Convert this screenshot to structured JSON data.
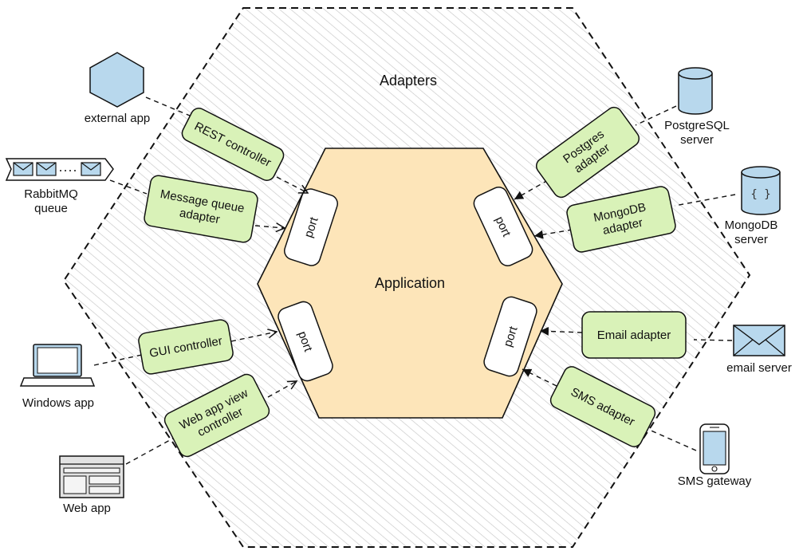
{
  "outer": {
    "label": "Adapters"
  },
  "core": {
    "label": "Application"
  },
  "ports": [
    {
      "id": "port-top-left",
      "label": "port"
    },
    {
      "id": "port-top-right",
      "label": "port"
    },
    {
      "id": "port-bottom-left",
      "label": "port"
    },
    {
      "id": "port-bottom-right",
      "label": "port"
    }
  ],
  "adapters": [
    {
      "id": "rest-controller",
      "lines": [
        "REST controller"
      ]
    },
    {
      "id": "message-queue-adapter",
      "lines": [
        "Message queue",
        "adapter"
      ]
    },
    {
      "id": "gui-controller",
      "lines": [
        "GUI controller"
      ]
    },
    {
      "id": "web-app-view-controller",
      "lines": [
        "Web app view",
        "controller"
      ]
    },
    {
      "id": "postgres-adapter",
      "lines": [
        "Postgres",
        "adapter"
      ]
    },
    {
      "id": "mongodb-adapter",
      "lines": [
        "MongoDB",
        "adapter"
      ]
    },
    {
      "id": "email-adapter",
      "lines": [
        "Email adapter"
      ]
    },
    {
      "id": "sms-adapter",
      "lines": [
        "SMS adapter"
      ]
    }
  ],
  "externals": [
    {
      "id": "external-app",
      "icon": "hexagon-icon",
      "lines": [
        "external app"
      ]
    },
    {
      "id": "rabbitmq-queue",
      "icon": "queue-icon",
      "lines": [
        "RabbitMQ",
        "queue"
      ]
    },
    {
      "id": "windows-app",
      "icon": "laptop-icon",
      "lines": [
        "Windows app"
      ]
    },
    {
      "id": "web-app",
      "icon": "browser-window-icon",
      "lines": [
        "Web app"
      ]
    },
    {
      "id": "postgresql-server",
      "icon": "database-icon",
      "lines": [
        "PostgreSQL",
        "server"
      ]
    },
    {
      "id": "mongodb-server",
      "icon": "document-database-icon",
      "lines": [
        "MongoDB",
        "server"
      ],
      "glyph": "{ }"
    },
    {
      "id": "email-server",
      "icon": "envelope-icon",
      "lines": [
        "email server"
      ]
    },
    {
      "id": "sms-gateway",
      "icon": "mobile-phone-icon",
      "lines": [
        "SMS gateway"
      ]
    }
  ],
  "colors": {
    "adapter_fill": "#d9f2b8",
    "application_fill": "#fde5b9",
    "icon_fill": "#b8d8ed",
    "hatch": "#c9c9c9",
    "stroke": "#111111"
  }
}
